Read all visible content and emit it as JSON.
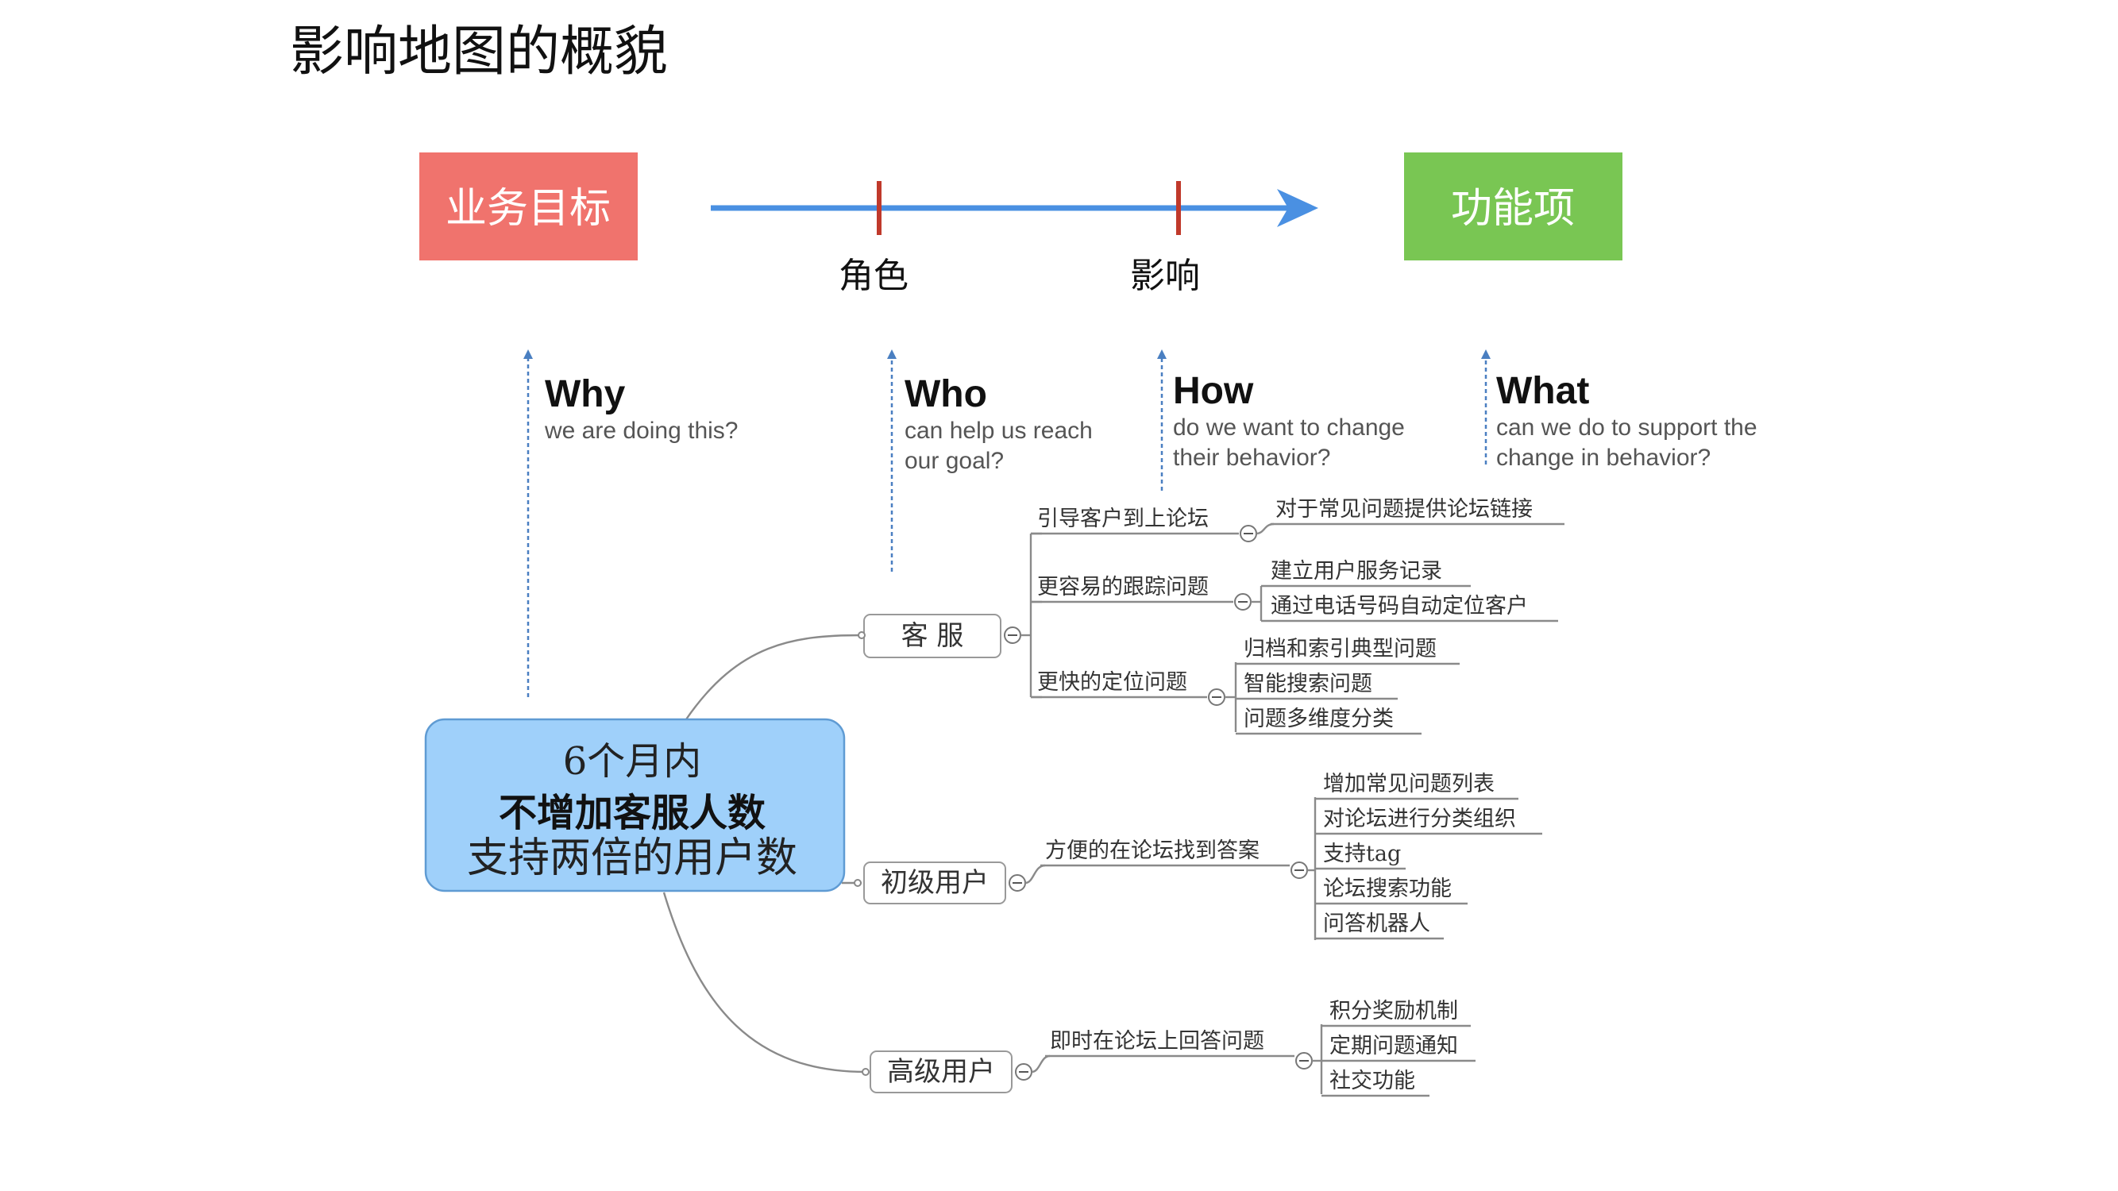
{
  "title": "影响地图的概貌",
  "header": {
    "goal_box": "业务目标",
    "feature_box": "功能项",
    "stage_actor": "角色",
    "stage_impact": "影响",
    "goal_color": "#f0736d",
    "feature_color": "#79c653",
    "arrow_color": "#4a90e2",
    "tick_color": "#c0392b"
  },
  "questions": {
    "why": {
      "head": "Why",
      "sub": [
        "we are doing this?"
      ]
    },
    "who": {
      "head": "Who",
      "sub": [
        "can help us reach",
        "our goal?"
      ]
    },
    "how": {
      "head": "How",
      "sub": [
        "do we want to change",
        "their behavior?"
      ]
    },
    "what": {
      "head": "What",
      "sub": [
        "can we do to support the",
        "change in behavior?"
      ]
    }
  },
  "goal": {
    "line1": "6个月内",
    "line2": "不增加客服人数",
    "line3": "支持两倍的用户数",
    "color": "#9fd0fa"
  },
  "actors": [
    {
      "label": "客 服"
    },
    {
      "label": "初级用户"
    },
    {
      "label": "高级用户"
    }
  ],
  "impacts": [
    {
      "label": "引导客户到上论坛"
    },
    {
      "label": "更容易的跟踪问题"
    },
    {
      "label": "更快的定位问题"
    },
    {
      "label": "方便的在论坛找到答案"
    },
    {
      "label": "即时在论坛上回答问题"
    }
  ],
  "deliverables": [
    {
      "label": "对于常见问题提供论坛链接"
    },
    {
      "label": "建立用户服务记录"
    },
    {
      "label": "通过电话号码自动定位客户"
    },
    {
      "label": "归档和索引典型问题"
    },
    {
      "label": "智能搜索问题"
    },
    {
      "label": "问题多维度分类"
    },
    {
      "label": "增加常见问题列表"
    },
    {
      "label": "对论坛进行分类组织"
    },
    {
      "label": "支持tag"
    },
    {
      "label": "论坛搜索功能"
    },
    {
      "label": "问答机器人"
    },
    {
      "label": "积分奖励机制"
    },
    {
      "label": "定期问题通知"
    },
    {
      "label": "社交功能"
    }
  ]
}
